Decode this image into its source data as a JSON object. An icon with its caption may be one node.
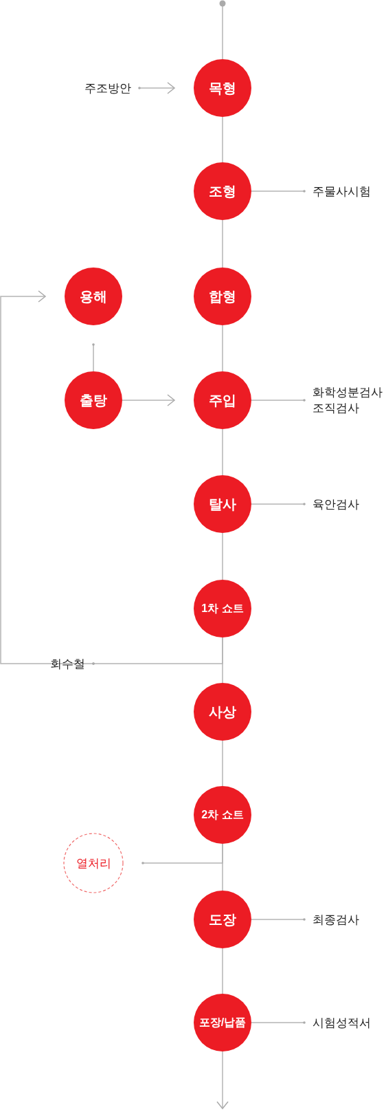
{
  "diagram": {
    "nodes": [
      {
        "text": [
          "주조방안"
        ]
      },
      {
        "text": [
          "목형"
        ]
      },
      {
        "text": [
          "조형"
        ]
      },
      {
        "text": [
          "주물사시험"
        ]
      },
      {
        "text": [
          "용해"
        ]
      },
      {
        "text": [
          "합형"
        ]
      },
      {
        "text": [
          "출탕"
        ]
      },
      {
        "text": [
          "주입"
        ]
      },
      {
        "text": [
          "화학성분검사",
          "조직검사"
        ]
      },
      {
        "text": [
          "탈사"
        ]
      },
      {
        "text": [
          "육안검사"
        ]
      },
      {
        "text": [
          "1차 쇼트"
        ]
      },
      {
        "text": [
          "회수철"
        ]
      },
      {
        "text": [
          "사상"
        ]
      },
      {
        "text": [
          "2차 쇼트"
        ]
      },
      {
        "text": [
          "열처리"
        ]
      },
      {
        "text": [
          "도장"
        ]
      },
      {
        "text": [
          "최종검사"
        ]
      },
      {
        "text": [
          "포장/납품"
        ]
      },
      {
        "text": [
          "시험성적서"
        ]
      }
    ],
    "edges": [
      {
        "from": null,
        "to": 1,
        "arrow": "other"
      },
      {
        "from": 0,
        "to": 1,
        "arrow": "to"
      },
      {
        "from": 1,
        "to": 2,
        "arrow": "none"
      },
      {
        "from": 2,
        "to": 3,
        "arrow": "other"
      },
      {
        "from": 2,
        "to": 5,
        "arrow": "none"
      },
      {
        "from": 5,
        "to": 7,
        "arrow": "none"
      },
      {
        "from": 6,
        "to": 4,
        "arrow": "other"
      },
      {
        "from": 6,
        "to": 7,
        "arrow": "to"
      },
      {
        "from": 7,
        "to": 8,
        "arrow": "other"
      },
      {
        "from": 7,
        "to": 9,
        "arrow": "none"
      },
      {
        "from": 9,
        "to": 10,
        "arrow": "other"
      },
      {
        "from": 9,
        "to": 11,
        "arrow": "none"
      },
      {
        "from": 11,
        "to": 13,
        "arrow": "none"
      },
      {
        "from": 11,
        "to": 12,
        "arrow": "other"
      },
      {
        "from": 12,
        "to": 4,
        "arrow": "to"
      },
      {
        "from": 13,
        "to": 14,
        "arrow": "none"
      },
      {
        "from": 14,
        "to": 16,
        "arrow": "none"
      },
      {
        "from": 14,
        "to": 15,
        "arrow": "other"
      },
      {
        "from": 16,
        "to": 17,
        "arrow": "other"
      },
      {
        "from": 16,
        "to": 18,
        "arrow": "none"
      },
      {
        "from": 18,
        "to": 19,
        "arrow": "other"
      },
      {
        "from": 18,
        "to": null,
        "arrow": "to"
      }
    ]
  }
}
